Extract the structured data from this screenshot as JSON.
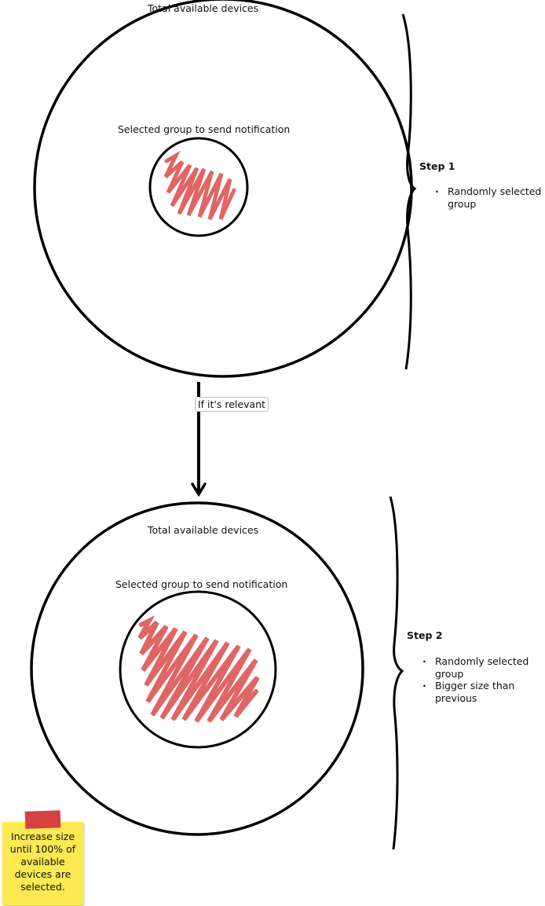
{
  "step1": {
    "outer_label": "Total available devices",
    "inner_label": "Selected group to send notification",
    "title": "Step 1",
    "bullets": [
      "Randomly selected group"
    ]
  },
  "connector": {
    "label": "If it's relevant"
  },
  "step2": {
    "outer_label": "Total available devices",
    "inner_label": "Selected group to send notification",
    "title": "Step 2",
    "bullets": [
      "Randomly selected group",
      "Bigger size than previous"
    ]
  },
  "sticky_note": {
    "text": "Increase size\nuntil 100% of\navailable\ndevices are\nselected."
  },
  "colors": {
    "hatch": "#e06565",
    "stroke": "#000000",
    "note": "#fde951",
    "tape": "#d64141"
  }
}
